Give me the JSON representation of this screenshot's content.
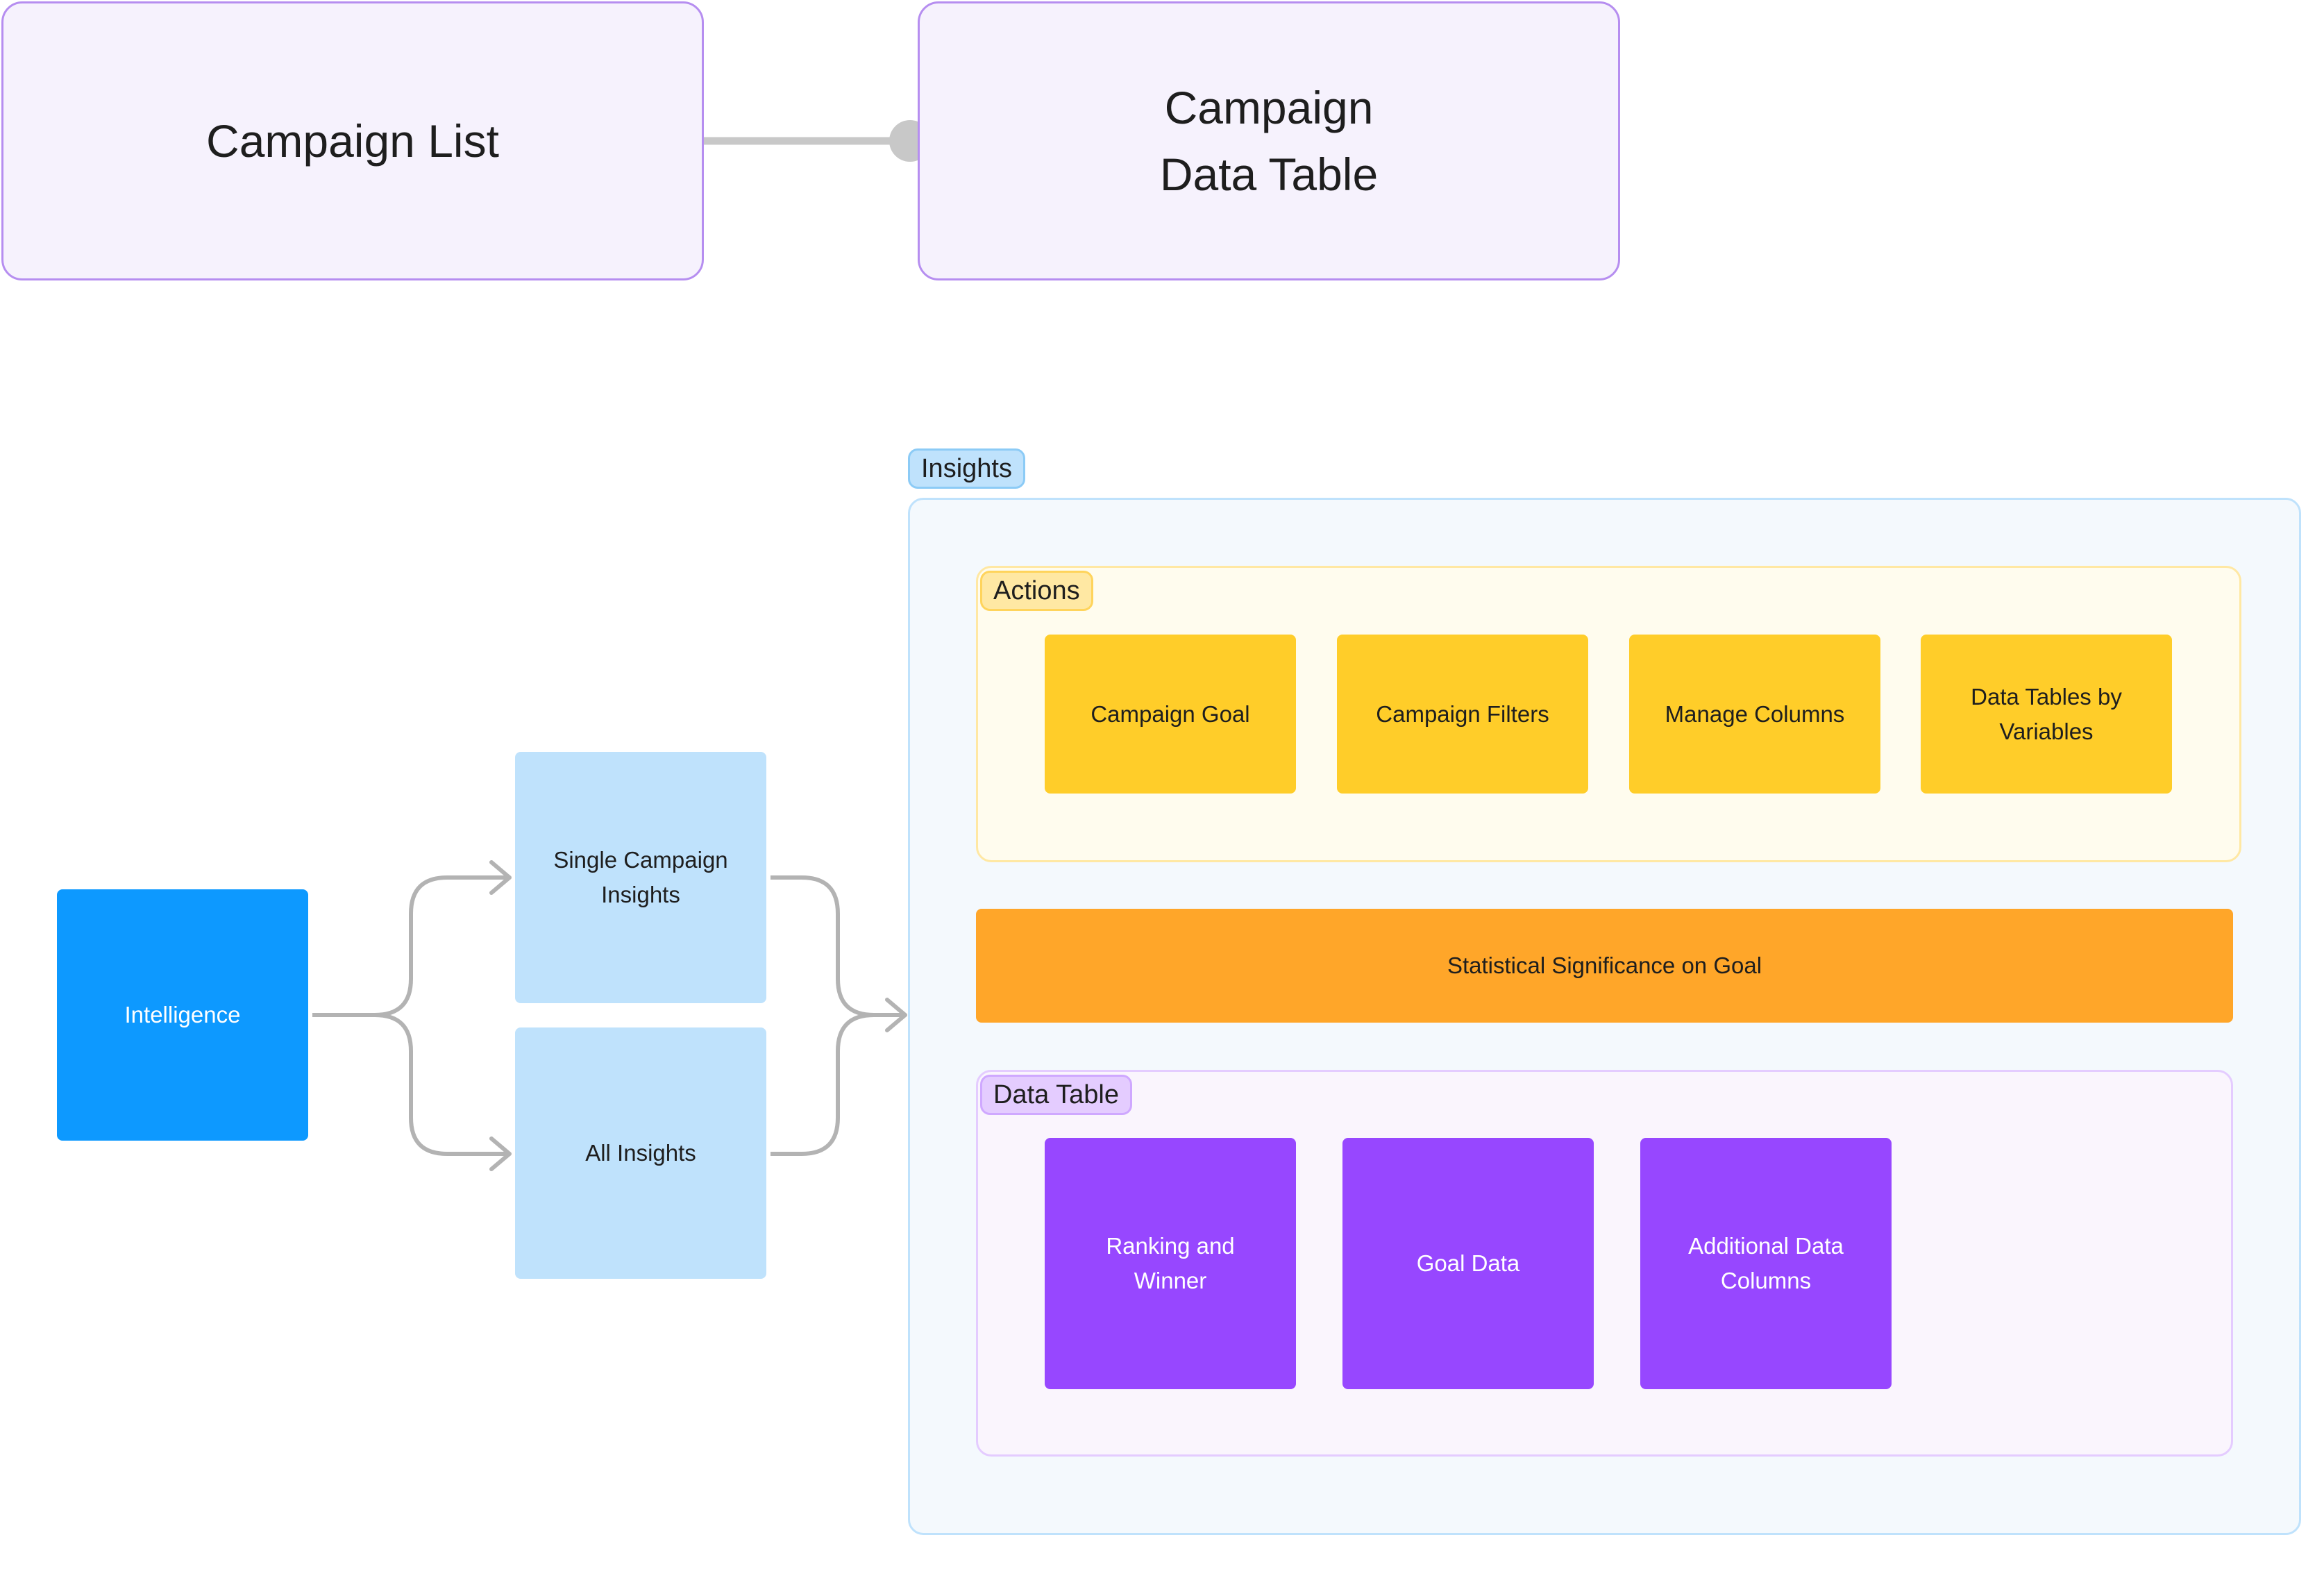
{
  "top": {
    "campaign_list": "Campaign List",
    "campaign_data_table_line1": "Campaign",
    "campaign_data_table_line2": "Data Table"
  },
  "flow": {
    "intelligence": "Intelligence",
    "single_campaign_insights_line1": "Single Campaign",
    "single_campaign_insights_line2": "Insights",
    "all_insights": "All Insights"
  },
  "insights": {
    "label": "Insights",
    "actions": {
      "label": "Actions",
      "items": [
        {
          "line1": "Campaign Goal",
          "line2": ""
        },
        {
          "line1": "Campaign Filters",
          "line2": ""
        },
        {
          "line1": "Manage Columns",
          "line2": ""
        },
        {
          "line1": "Data Tables by",
          "line2": "Variables"
        }
      ]
    },
    "statistical_significance": "Statistical Significance on Goal",
    "data_table": {
      "label": "Data Table",
      "items": [
        {
          "line1": "Ranking and",
          "line2": "Winner"
        },
        {
          "line1": "Goal Data",
          "line2": ""
        },
        {
          "line1": "Additional Data",
          "line2": "Columns"
        }
      ]
    }
  },
  "colors": {
    "box_border": "#b68ef0",
    "intelligence": "#0d99ff",
    "light_blue": "#bfe2fc",
    "yellow": "#ffcd29",
    "orange": "#ffa629",
    "purple": "#9747ff"
  }
}
